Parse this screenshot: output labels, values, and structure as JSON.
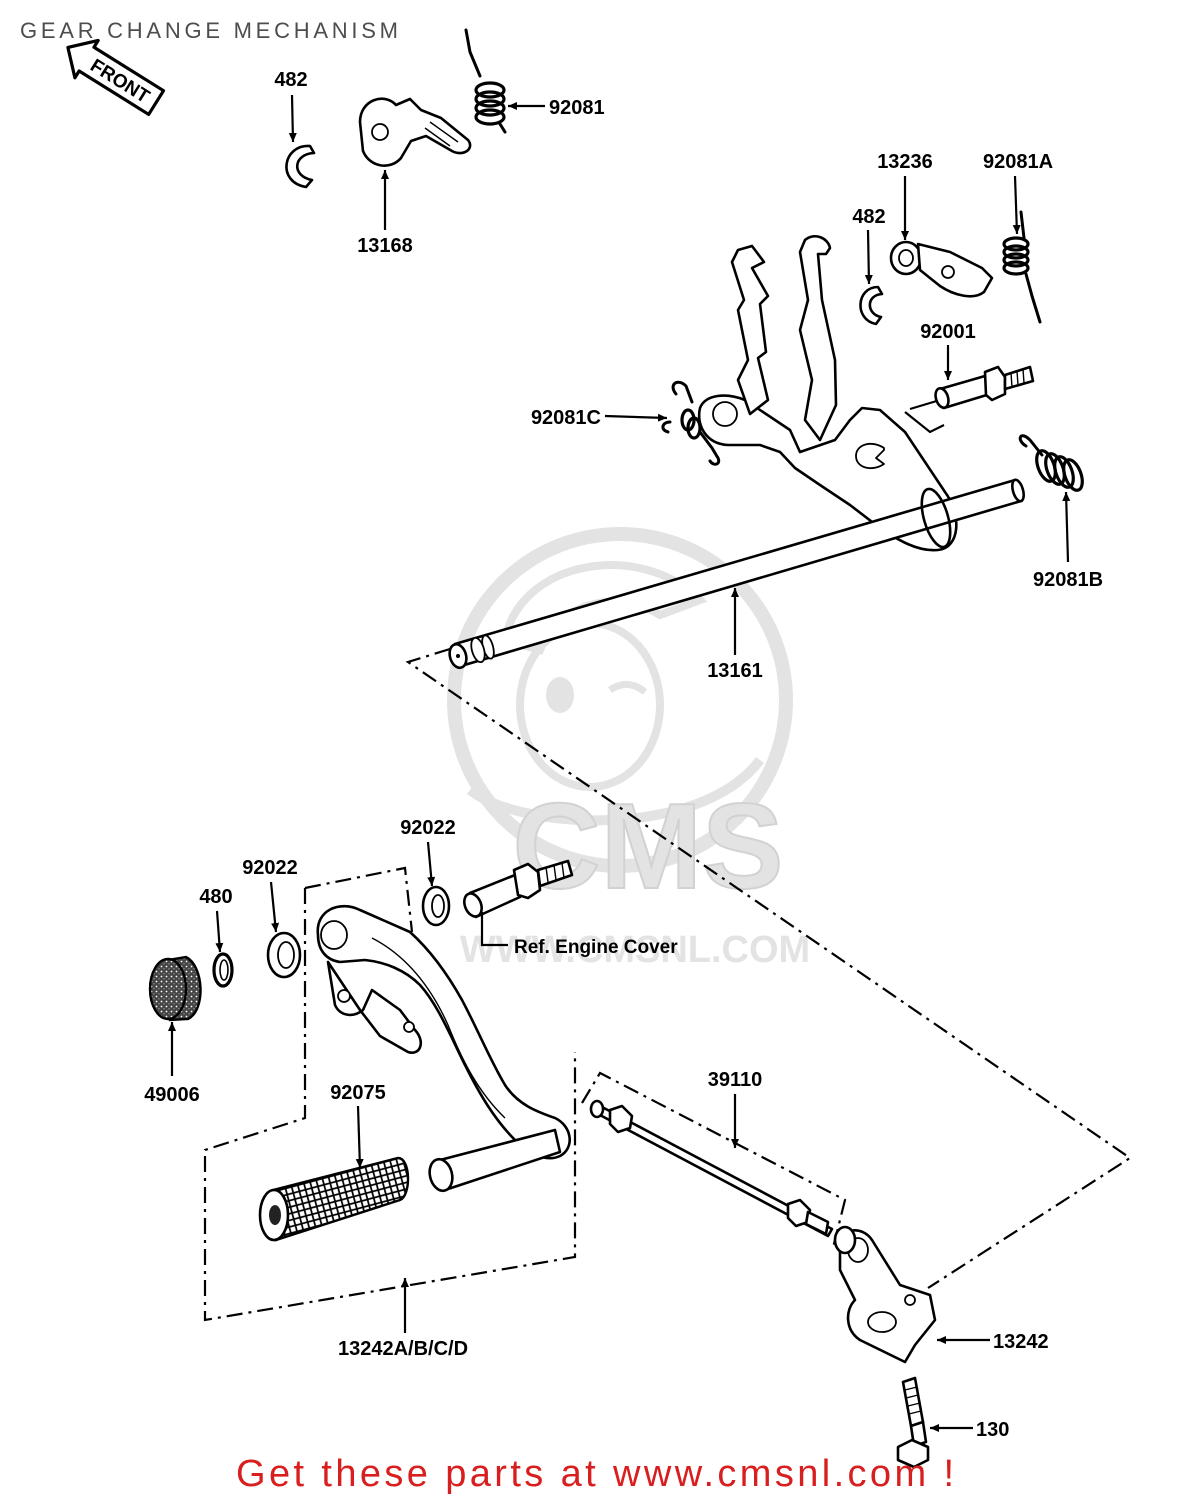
{
  "title": "GEAR CHANGE MECHANISM",
  "front_arrow": {
    "label": "FRONT",
    "icon": "front-direction-arrow"
  },
  "callouts": {
    "c482_top": "482",
    "c92081": "92081",
    "c13168": "13168",
    "c13236": "13236",
    "c92081a": "92081A",
    "c482_right": "482",
    "c92001": "92001",
    "c92081c": "92081C",
    "c92081b": "92081B",
    "c13161": "13161",
    "c92022_pivot": "92022",
    "c92022_pedal": "92022",
    "c480": "480",
    "c49006": "49006",
    "c92075": "92075",
    "c39110": "39110",
    "c13242": "13242",
    "c130": "130",
    "c13242abcd": "13242A/B/C/D"
  },
  "reference_note": "Ref. Engine Cover",
  "watermark": {
    "logo_text": "CMS",
    "url_text": "WWW.CMSNL.COM"
  },
  "footer": {
    "text": "Get these parts at www.cmsnl.com !"
  },
  "colors": {
    "line": "#000000",
    "title": "#4d4d4d",
    "footer": "#d81e1e",
    "watermark": "#e3e3e3",
    "background": "#ffffff"
  }
}
